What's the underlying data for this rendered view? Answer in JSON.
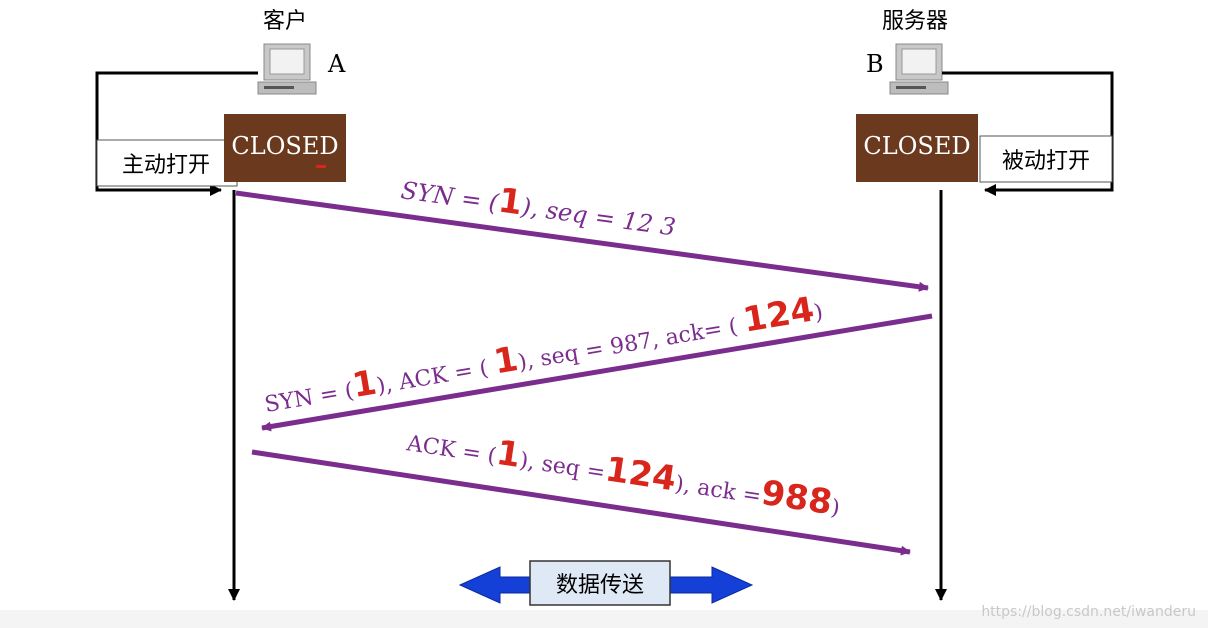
{
  "client": {
    "title": "客户",
    "letter": "A",
    "state": "CLOSED",
    "open_label": "主动打开"
  },
  "server": {
    "title": "服务器",
    "letter": "B",
    "state": "CLOSED",
    "open_label": "被动打开"
  },
  "messages": [
    {
      "direction": "client-to-server",
      "segments": [
        {
          "text": "SYN = (",
          "highlight": false
        },
        {
          "text": "1",
          "highlight": true
        },
        {
          "text": "), seq = 12 3",
          "highlight": false
        }
      ]
    },
    {
      "direction": "server-to-client",
      "segments": [
        {
          "text": "SYN = (",
          "highlight": false
        },
        {
          "text": "1",
          "highlight": true
        },
        {
          "text": "), ACK = ( ",
          "highlight": false
        },
        {
          "text": "1",
          "highlight": true
        },
        {
          "text": "), seq = 987, ack= ( ",
          "highlight": false
        },
        {
          "text": "124",
          "highlight": true
        },
        {
          "text": ")",
          "highlight": false
        }
      ]
    },
    {
      "direction": "client-to-server",
      "segments": [
        {
          "text": "ACK = (",
          "highlight": false
        },
        {
          "text": "1",
          "highlight": true
        },
        {
          "text": "), seq =",
          "highlight": false
        },
        {
          "text": "124",
          "highlight": true
        },
        {
          "text": "), ack =",
          "highlight": false
        },
        {
          "text": "988",
          "highlight": true
        },
        {
          "text": ")",
          "highlight": false
        }
      ]
    }
  ],
  "data_transfer_label": "数据传送",
  "watermark": "https://blog.csdn.net/iwanderu",
  "colors": {
    "arrow": "#7b2d8e",
    "highlight": "#d9261c",
    "state_box": "#6b3a1e",
    "state_text": "#ffffff",
    "double_arrow": "#1540d8",
    "data_box": "#dfe9f5"
  }
}
